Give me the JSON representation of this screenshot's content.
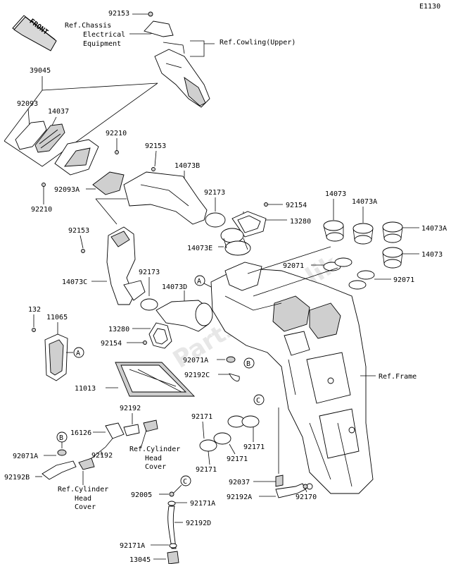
{
  "diagram_code": "E1130",
  "front_label": "FRONT",
  "watermark": "PartsRepublik",
  "callout_letters": [
    "A",
    "B",
    "C"
  ],
  "references": {
    "chassis_electrical": [
      "Ref.Chassis",
      "Electrical",
      "Equipment"
    ],
    "cowling_upper": "Ref.Cowling(Upper)",
    "frame": "Ref.Frame",
    "cyl_head_cover_1": [
      "Ref.Cylinder",
      "Head",
      "Cover"
    ],
    "cyl_head_cover_2": [
      "Ref.Cylinder",
      "Head",
      "Cover"
    ]
  },
  "parts": {
    "p92153_top": "92153",
    "p39045": "39045",
    "p92093": "92093",
    "p14037": "14037",
    "p92210_a": "92210",
    "p92210_b": "92210",
    "p92153_b": "92153",
    "p14073B": "14073B",
    "p92093A": "92093A",
    "p92173_a": "92173",
    "p92154_a": "92154",
    "p13280_a": "13280",
    "p14073E": "14073E",
    "p92153_c": "92153",
    "p14073C": "14073C",
    "p92173_b": "92173",
    "p14073D": "14073D",
    "p13280_b": "13280",
    "p92154_b": "92154",
    "p132": "132",
    "p11065": "11065",
    "p11013": "11013",
    "p14073_a": "14073",
    "p14073A_a": "14073A",
    "p14073A_b": "14073A",
    "p14073_b": "14073",
    "p92071_a": "92071",
    "p92071_b": "92071",
    "p92071A_a": "92071A",
    "p92192C": "92192C",
    "p92192": "92192",
    "p16126": "16126",
    "p92071A_b": "92071A",
    "p92192B": "92192B",
    "p92192_b": "92192",
    "p92171_a": "92171",
    "p92171_b": "92171",
    "p92171_c": "92171",
    "p92171_d": "92171",
    "p92037": "92037",
    "p92192A": "92192A",
    "p92170": "92170",
    "p92005": "92005",
    "p92171A_a": "92171A",
    "p92192D": "92192D",
    "p92171A_b": "92171A",
    "p13045": "13045"
  }
}
